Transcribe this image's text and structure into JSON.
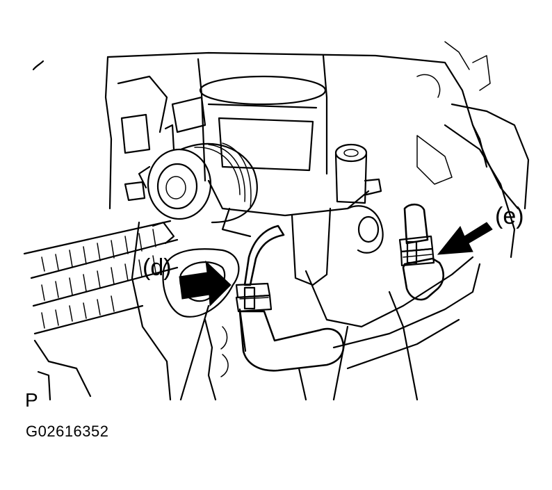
{
  "callouts": {
    "d": "(d)",
    "e": "(e)"
  },
  "view_marker": "P",
  "figure_id": "G02616352",
  "colors": {
    "line": "#000000",
    "background": "#ffffff"
  }
}
